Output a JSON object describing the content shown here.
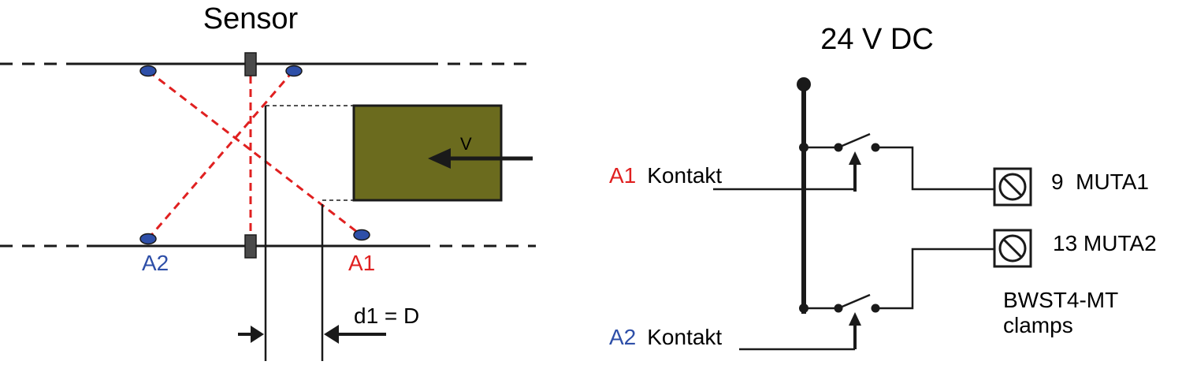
{
  "left": {
    "title": "Sensor",
    "velocity_label": "V",
    "label_a2": "A2",
    "label_a1": "A1",
    "distance_label": "d1 = D"
  },
  "right": {
    "supply_label": "24 V DC",
    "contact_a1": {
      "prefix": "A1",
      "text": "Kontakt"
    },
    "contact_a2": {
      "prefix": "A2",
      "text": "Kontakt"
    },
    "terminal_1": "9  MUTA1",
    "terminal_2": "13 MUTA2",
    "clamps_line1": "BWST4-MT",
    "clamps_line2": "clamps"
  },
  "colors": {
    "line": "#1a1a1a",
    "beam": "#e02020",
    "sensor_dot": "#2e4fa8",
    "label_red": "#e02020",
    "label_blue": "#2e4fa8",
    "object_fill": "#6b6b1e",
    "sensor_body": "#4a4a4a"
  }
}
